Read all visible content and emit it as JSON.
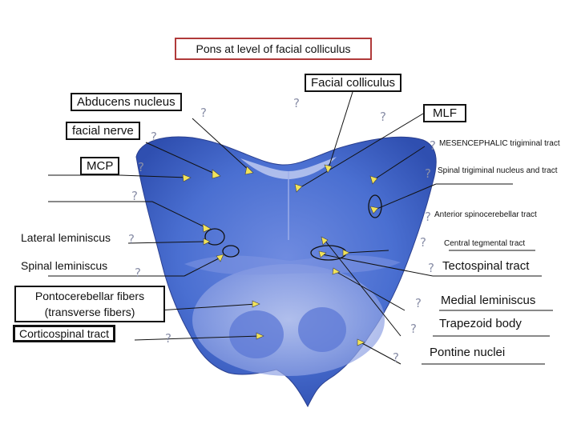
{
  "title": "Pons at level of facial colliculus",
  "labels": {
    "facial_colliculus": "Facial colliculus",
    "abducens_nucleus": "Abducens nucleus",
    "mlf": "MLF",
    "facial_nerve": "facial nerve",
    "mesencephalic": "MESENCEPHALIC trigiminal tract",
    "mcp": "MCP",
    "spinal_trigeminal": "Spinal trigiminal nucleus and tract",
    "anterior_spinocerebellar": "Anterior spinocerebellar tract",
    "lateral_lemniscus": "Lateral leminiscus",
    "central_tegmental": "Central tegmental tract",
    "spinal_lemniscus": "Spinal leminiscus",
    "tectospinal": "Tectospinal tract",
    "pontocerebellar_1": "Pontocerebellar fibers",
    "pontocerebellar_2": "(transverse fibers)",
    "medial_lemniscus": "Medial leminiscus",
    "corticospinal": "Corticospinal tract",
    "trapezoid": "Trapezoid body",
    "pontine_nuclei": "Pontine nuclei"
  },
  "question_mark": "?",
  "colors": {
    "tissue": "#4a6fd1",
    "tissue_dark": "#2f4fb0",
    "tissue_light": "#aab8ee",
    "title_border": "#b03a3a",
    "leader": "#111111",
    "arrowhead": "#f2e35a"
  }
}
